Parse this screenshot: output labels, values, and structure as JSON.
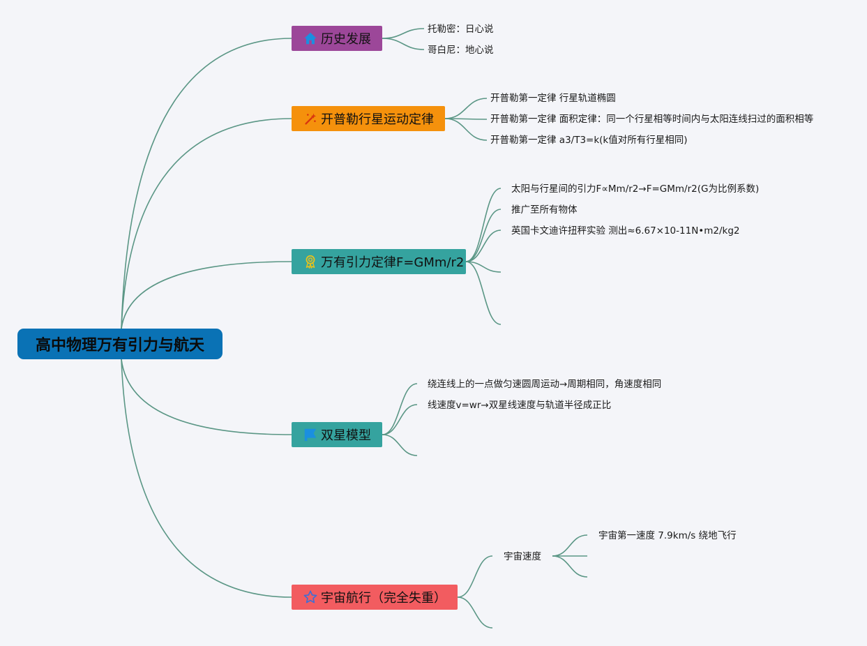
{
  "root": {
    "label": "高中物理万有引力与航天"
  },
  "colors": {
    "line": "#5a9685",
    "root": "#0a72b5",
    "history": "#9c4799",
    "kepler": "#f5910c",
    "gravity": "#35a39f",
    "binary": "#35a39f",
    "space": "#f25c60"
  },
  "branches": {
    "history": {
      "label": "历史发展",
      "icon": "house-icon",
      "items": [
        "托勒密：日心说",
        "哥白尼：地心说"
      ]
    },
    "kepler": {
      "label": "开普勒行星运动定律",
      "icon": "magic-wand-icon",
      "items": [
        "开普勒第一定律 行星轨道椭圆",
        "开普勒第一定律 面积定律：同一个行星相等时间内与太阳连线扫过的面积相等",
        "开普勒第一定律 a3/T3=k(k值对所有行星相同)"
      ]
    },
    "gravity": {
      "label": "万有引力定律F=GMm/r2",
      "icon": "medal-icon",
      "items": [
        "太阳与行星间的引力F∝Mm/r2→F=GMm/r2(G为比例系数)",
        "推广至所有物体",
        "英国卡文迪许扭秤实验 测出≈6.67×10-11N•m2/kg2"
      ]
    },
    "binary": {
      "label": "双星模型",
      "icon": "flag-icon",
      "items": [
        "绕连线上的一点做匀速圆周运动→周期相同，角速度相同",
        "线速度v=wr→双星线速度与轨道半径成正比"
      ]
    },
    "space": {
      "label": "宇宙航行（完全失重）",
      "icon": "star-icon",
      "sub": {
        "label": "宇宙速度",
        "items": [
          "宇宙第一速度 7.9km/s 绕地飞行"
        ]
      }
    }
  }
}
